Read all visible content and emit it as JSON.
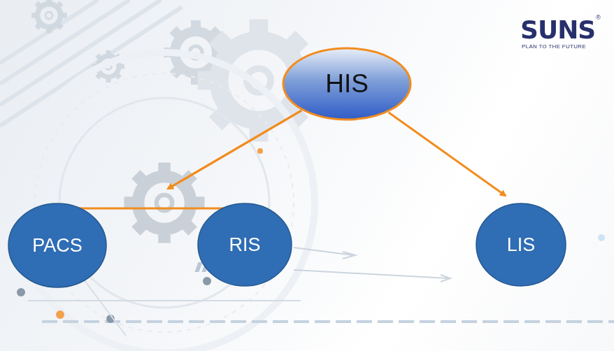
{
  "diagram": {
    "nodes": [
      {
        "text": [
          "HIS"
        ]
      },
      {
        "text": [
          "PACS"
        ]
      },
      {
        "text": [
          "RIS"
        ]
      },
      {
        "text": [
          "LIS"
        ]
      }
    ],
    "edges": [
      {
        "from": 0,
        "to": 1,
        "arrow": "to"
      },
      {
        "from": 0,
        "to": 2,
        "arrow": "to"
      },
      {
        "from": 0,
        "to": 3,
        "arrow": "to"
      }
    ],
    "labels": [
      "SUNS",
      "®",
      "PLAN TO THE FUTURE"
    ]
  }
}
